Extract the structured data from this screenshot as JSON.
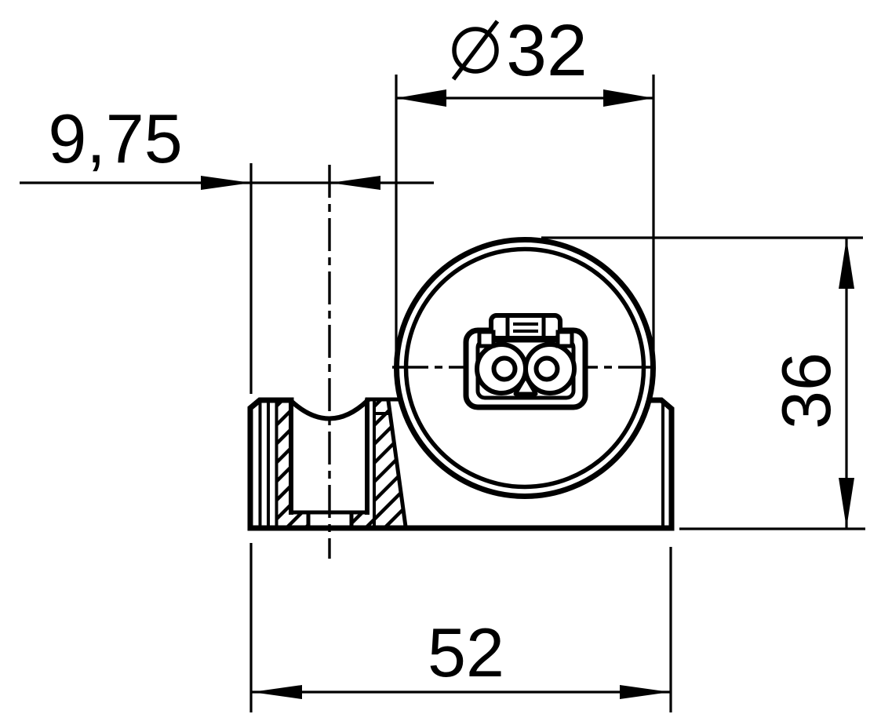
{
  "drawing": {
    "kind": "technical-dimension-drawing",
    "background_color": "#ffffff",
    "line_color": "#000000",
    "dimensions": {
      "diameter": {
        "symbol": "∅",
        "value": "32"
      },
      "socket_offset": {
        "value": "9,75"
      },
      "overall_height": {
        "value": "36"
      },
      "overall_width": {
        "value": "52"
      }
    }
  }
}
